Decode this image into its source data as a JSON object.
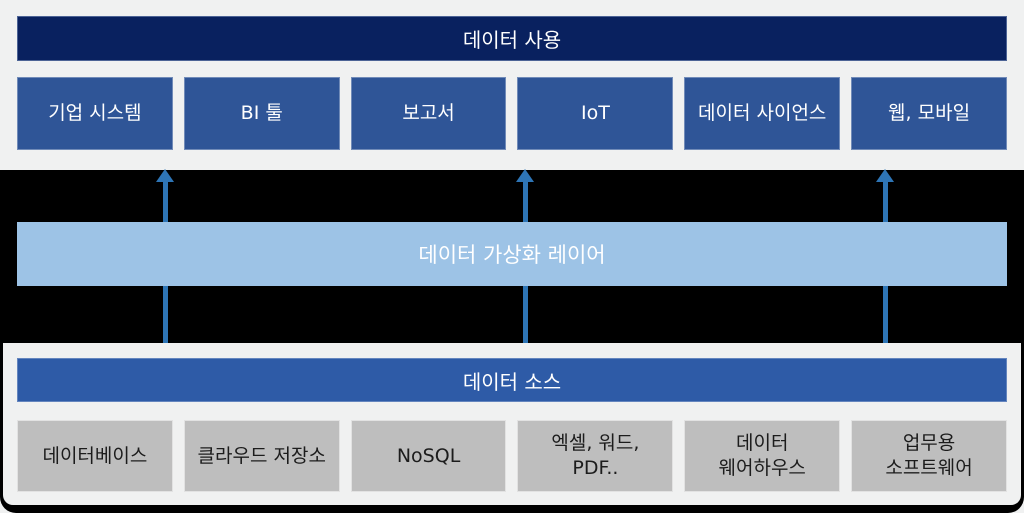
{
  "top": {
    "header": "데이터 사용",
    "boxes": [
      "기업 시스템",
      "BI 툴",
      "보고서",
      "IoT",
      "데이터 사이언스",
      "웹, 모바일"
    ]
  },
  "middle": {
    "label": "데이터 가상화 레이어"
  },
  "bottom": {
    "header": "데이터 소스",
    "boxes": [
      "데이터베이스",
      "클라우드 저장소",
      "NoSQL",
      "엑셀, 워드,\nPDF..",
      "데이터\n웨어하우스",
      "업무용\n소프트웨어"
    ]
  },
  "icons": {
    "arrows": [
      "up-arrow",
      "up-arrow",
      "up-arrow"
    ]
  },
  "colors": {
    "background_gray": "#f0f1f1",
    "band_black": "#000000",
    "header_navy": "#09215f",
    "consumer_blue": "#2f5597",
    "virtualization_blue": "#9dc3e6",
    "arrow_blue": "#2e75b6",
    "source_blue": "#2e5ba7",
    "source_gray": "#bebebe",
    "source_text": "#1c1c1c",
    "text_white": "#ffffff"
  }
}
